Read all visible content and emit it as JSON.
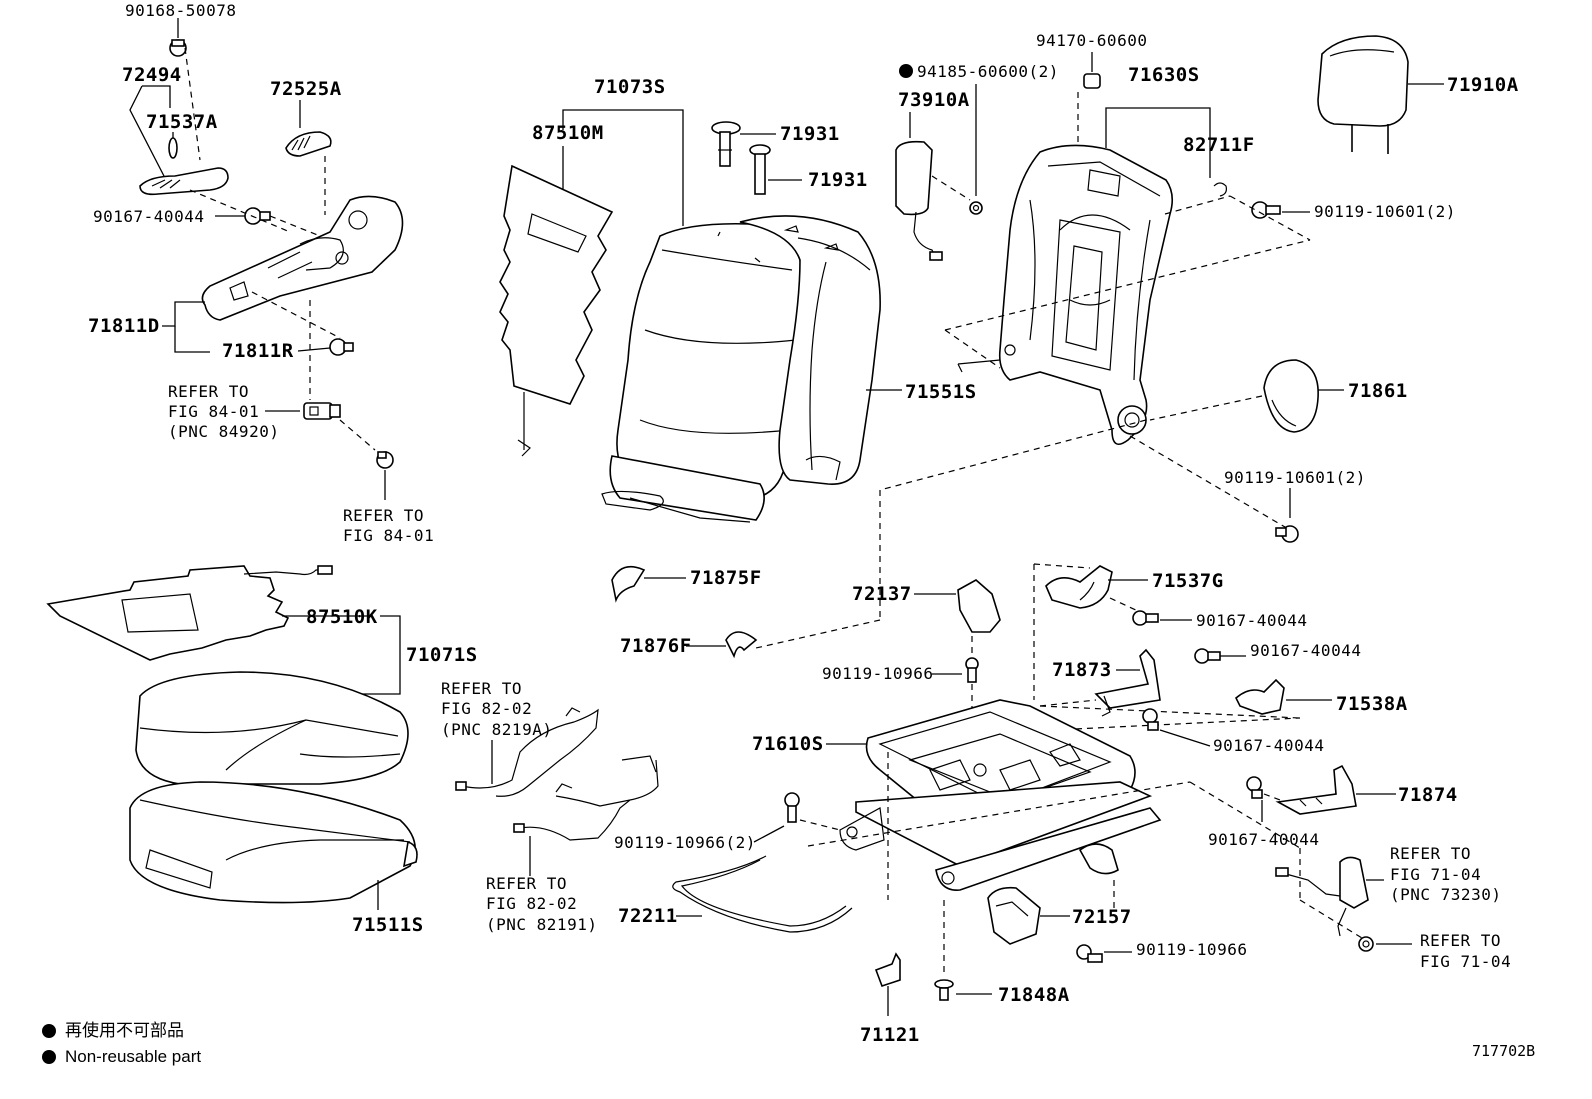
{
  "parts": {
    "p90168_50078": "90168-50078",
    "p72494": "72494",
    "p71537A": "71537A",
    "p72525A": "72525A",
    "p90167_40044_a": "90167-40044",
    "p71811D": "71811D",
    "p71811R": "71811R",
    "refer_84_01_a": [
      "REFER TO",
      "FIG 84-01",
      "(PNC 84920)"
    ],
    "refer_84_01_b": [
      "REFER TO",
      "FIG 84-01"
    ],
    "p71073S": "71073S",
    "p87510M": "87510M",
    "p71931_a": "71931",
    "p71931_b": "71931",
    "p71551S": "71551S",
    "p94185_60600": "94185-60600(2)",
    "p73910A": "73910A",
    "p94170_60600": "94170-60600",
    "p71630S": "71630S",
    "p82711F": "82711F",
    "p71910A": "71910A",
    "p90119_10601_a": "90119-10601(2)",
    "p71861": "71861",
    "p90119_10601_b": "90119-10601(2)",
    "p71875F": "71875F",
    "p71876F": "71876F",
    "p87510K": "87510K",
    "p71071S": "71071S",
    "p71511S": "71511S",
    "refer_82_02_a": [
      "REFER TO",
      "FIG 82-02",
      "(PNC 8219A)"
    ],
    "refer_82_02_b": [
      "REFER TO",
      "FIG 82-02",
      "(PNC 82191)"
    ],
    "p72137": "72137",
    "p90119_10966_a": "90119-10966",
    "p71537G": "71537G",
    "p90167_40044_b": "90167-40044",
    "p90167_40044_c": "90167-40044",
    "p71873": "71873",
    "p71538A": "71538A",
    "p90167_40044_d": "90167-40044",
    "p71610S": "71610S",
    "p90119_10966_2": "90119-10966(2)",
    "p72211": "72211",
    "p71874": "71874",
    "p90167_40044_e": "90167-40044",
    "refer_71_04_a": [
      "REFER TO",
      "FIG 71-04",
      "(PNC 73230)"
    ],
    "refer_71_04_b": [
      "REFER TO",
      "FIG 71-04"
    ],
    "p72157": "72157",
    "p90119_10966_b": "90119-10966",
    "p71848A": "71848A",
    "p71121": "71121"
  },
  "legend": {
    "line1": "再使用不可部品",
    "line2": "Non-reusable part"
  },
  "figure_code": "717702B"
}
